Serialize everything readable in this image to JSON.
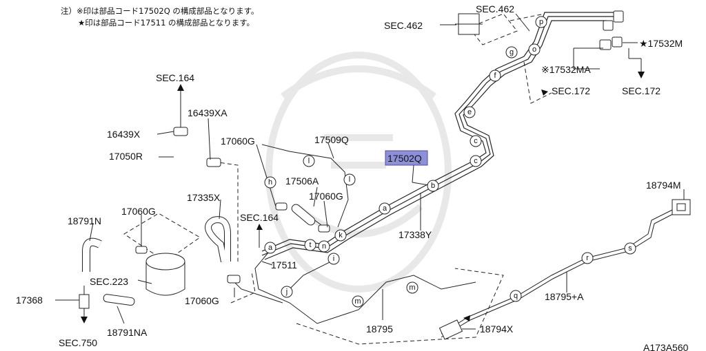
{
  "notes": {
    "line1": "注）※印は部品コード17502Q の構成部品となります。",
    "line2": "★印は部品コード17511 の構成部品となります。"
  },
  "labels": {
    "sec462_top": "SEC.462",
    "sec462_left": "SEC.462",
    "p17532M": "★17532M",
    "p17532MA": "※17532MA",
    "sec172_mid": "SEC.172",
    "sec172_right": "SEC.172",
    "sec164_top": "SEC.164",
    "p16439XA": "16439XA",
    "p16439X": "16439X",
    "p17050R": "17050R",
    "p17060G_a": "17060G",
    "p17509Q": "17509Q",
    "p17502Q": "17502Q",
    "p17506A": "17506A",
    "p17060G_b": "17060G",
    "p17335X": "17335X",
    "sec164_mid": "SEC.164",
    "p18791N": "18791N",
    "p17060G_c": "17060G",
    "p17338Y": "17338Y",
    "p18794M": "18794M",
    "p17511": "17511",
    "sec223": "SEC.223",
    "p17368": "17368",
    "p17060G_d": "17060G",
    "p18791NA": "18791NA",
    "p18795A": "18795+A",
    "p18795": "18795",
    "p18794X": "18794X",
    "sec750": "SEC.750",
    "code": "A173A560"
  },
  "circles": {
    "p": "p",
    "o": "o",
    "g": "g",
    "f": "f",
    "e": "e",
    "c1": "c",
    "c2": "c",
    "b": "b",
    "a": "a",
    "l1": "l",
    "l2": "l",
    "h": "h",
    "k": "k",
    "n": "n",
    "t": "t",
    "i": "i",
    "j": "j",
    "m1": "m",
    "m2": "m",
    "q": "q",
    "r": "r",
    "s": "s"
  },
  "highlight_color": "#8d8fd9"
}
